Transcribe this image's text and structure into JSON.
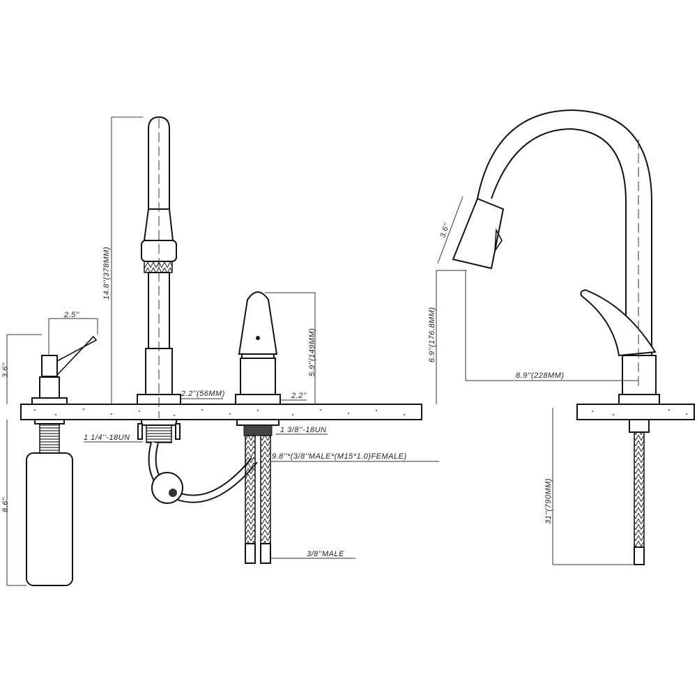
{
  "title": "Kitchen faucet dimension drawing",
  "dimensions": {
    "spout_height": "14.8''(378MM)",
    "dispenser_reach": "2.5''",
    "dispenser_height": "3.6''",
    "spout_base": "2.2''(56MM)",
    "handle_height": "5.9''(149MM)",
    "handle_base": "2.2''",
    "spout_thread": "1 1/4''-18UN",
    "handle_thread": "1 3/8''-18UN",
    "supply_hose": "9.8''*(3/8''MALE*(M15*1.0)FEMALE)",
    "dispenser_bottle": "8.6''",
    "hose_end": "3/8''MALE",
    "sprayhead_length": "3.6''",
    "sprayhead_clearance": "6.9''(176.8MM)",
    "spout_reach": "8.9''(228MM)",
    "pull_hose_length": "31''(790MM)"
  }
}
